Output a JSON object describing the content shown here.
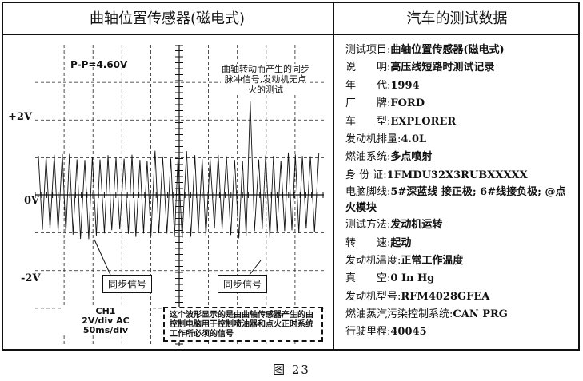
{
  "left_panel": {
    "title": "曲轴位置传感器(磁电式)",
    "peak_to_peak": "P-P=4.60V",
    "y_labels": [
      "+2V",
      "0V",
      "-2V"
    ],
    "top_note": "曲轴转动而产生的同步脉冲信号,发动机无点火的测试",
    "sync_label_1": "同步信号",
    "sync_label_2": "同步信号",
    "channel": {
      "name": "CH1",
      "volts_div": "2V/div AC",
      "time_div": "50ms/div"
    },
    "bottom_note": "这个波形显示的是由曲轴传感器产生的由控制电脑用于控制喷油器和点火正时系统工作所必须的信号"
  },
  "right_panel": {
    "title": "汽车的测试数据",
    "rows": [
      {
        "label": "测试项目:",
        "value": "曲轴位置传感器(磁电式)"
      },
      {
        "label": "说　　明:",
        "value": "高压线短路时测试记录"
      },
      {
        "label": "年　　代:",
        "value": "1994"
      },
      {
        "label": "厂　　牌:",
        "value": "FORD"
      },
      {
        "label": "车　　型:",
        "value": "EXPLORER"
      },
      {
        "label": "发动机排量:",
        "value": "4.0L"
      },
      {
        "label": "燃油系统:",
        "value": "多点喷射"
      },
      {
        "label": "身 份 证:",
        "value": "1FMDU32X3RUBXXXXX"
      },
      {
        "label": "电脑脚线:",
        "value": "5#深蓝线 接正极; 6#线接负极; @点火模块"
      },
      {
        "label": "测试方法:",
        "value": "发动机运转"
      },
      {
        "label": "转　　速:",
        "value": "起动"
      },
      {
        "label": "发动机温度:",
        "value": "正常工作温度"
      },
      {
        "label": "真　　空:",
        "value": "0 In Hg"
      },
      {
        "label": "发动机型号:",
        "value": "RFM4028GFEA"
      },
      {
        "label": "燃油蒸汽污染控制系统:",
        "value": "CAN PRG"
      },
      {
        "label": "行驶里程:",
        "value": "40045"
      }
    ]
  },
  "caption": "图 23"
}
